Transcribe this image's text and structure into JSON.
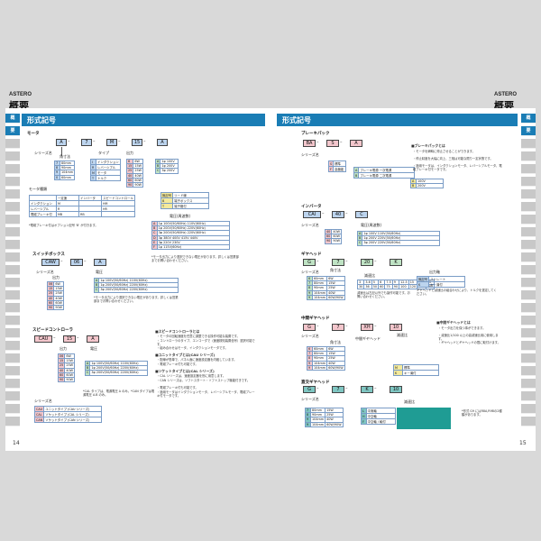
{
  "header": {
    "brand": "ASTERO",
    "title": "概要"
  },
  "band_title": "形式記号",
  "sidebar": {
    "items": [
      "概",
      "要",
      "",
      "",
      "",
      "",
      "",
      "",
      "",
      "",
      "",
      "",
      "",
      "",
      "",
      "",
      "",
      "",
      "",
      "",
      "",
      "",
      "",
      "",
      ""
    ]
  },
  "page_numbers": {
    "left": "14",
    "right": "15"
  },
  "left": {
    "motor": {
      "title": "モータ",
      "codes": [
        "A",
        "7",
        "M",
        "15",
        "A"
      ],
      "series_label": "シリーズ名",
      "frame_rows": [
        [
          "7",
          "80mm"
        ],
        [
          "8",
          "90mm"
        ],
        [
          "9",
          "104mm"
        ],
        [
          "0",
          "60mm"
        ]
      ],
      "frame_hdr": "角寸法",
      "out_hdr": "出力",
      "out_rows": [
        [
          "6",
          "6W"
        ],
        [
          "15",
          "15W"
        ],
        [
          "25",
          "25W"
        ],
        [
          "40",
          "40W"
        ],
        [
          "60",
          "60W"
        ],
        [
          "90",
          "90W"
        ]
      ],
      "volt_rows": [
        [
          "A",
          "1φ 100V"
        ],
        [
          "B",
          "1φ 200V"
        ],
        [
          "C",
          "3φ 200V"
        ]
      ],
      "type_hdr": "タイプ",
      "type_rows": [
        [
          "I",
          "インダクション"
        ],
        [
          "R",
          "レバーシブル"
        ],
        [
          "M",
          "モータ"
        ],
        [
          "T",
          "トルク"
        ]
      ],
      "kinds_hdr": "モータ種類",
      "kinds_cols": [
        "一定速",
        "インバータ",
        "スピードコントロール"
      ],
      "kinds_rows": [
        [
          "インダクション",
          "M",
          "",
          "HM"
        ],
        [
          "レバーシブル",
          "R",
          "",
          "HR"
        ],
        [
          "電磁ブレーキ付",
          "MB",
          "RB",
          ""
        ]
      ],
      "kinds_note": "*電磁ブレーキ付はオプション記号 'B' が付きます。",
      "out_type_rows": [
        [
          "無記号",
          "リード線"
        ],
        [
          "B",
          "端子ボックス"
        ],
        [
          "T",
          "端子箱付"
        ]
      ],
      "volt_tbl_hdr": "電圧(周波数)",
      "volt_tbl_rows": [
        [
          "A",
          "1φ 100V(50/60Hz)  110V(60Hz)"
        ],
        [
          "B",
          "1φ 200V(50/60Hz)  220V(60Hz)"
        ],
        [
          "C",
          "3φ 200V(50/60Hz)  220V(60Hz)"
        ],
        [
          "D",
          "3φ 380V 400V 415V 440V"
        ],
        [
          "E",
          "3φ 220V 230V"
        ],
        [
          "F",
          "1φ 115V(60Hz)"
        ]
      ],
      "volt_note": "*モータ出力により選択できない電圧があります。詳しくは営業部までお問い合わせください。"
    },
    "switch": {
      "title": "スイッチボックス",
      "codes": [
        "CAW",
        "06",
        "A"
      ],
      "series_label": "シリーズ名",
      "out_hdr": "出力",
      "volt_hdr": "電圧",
      "out_rows": [
        [
          "06",
          "6W"
        ],
        [
          "15",
          "15W"
        ],
        [
          "25",
          "25W"
        ],
        [
          "40",
          "40W"
        ],
        [
          "60",
          "60W"
        ],
        [
          "90",
          "90W"
        ]
      ],
      "volt_rows": [
        [
          "A",
          "1φ 100V(50/60Hz)  110V(60Hz)"
        ],
        [
          "B",
          "1φ 200V(50/60Hz)  220V(60Hz)"
        ],
        [
          "C",
          "3φ 200V(50/60Hz)  220V(60Hz)"
        ]
      ],
      "note": "*モータ出力により選択できない電圧があります。詳しくは営業部までお問い合わせください。"
    },
    "speed": {
      "title": "スピードコントローラ",
      "codes": [
        "CAU",
        "15",
        "A"
      ],
      "series_label": "シリーズ名",
      "out_hdr": "出力",
      "volt_hdr": "電圧",
      "out_rows": [
        [
          "06",
          "6W"
        ],
        [
          "15",
          "15W"
        ],
        [
          "25",
          "25W"
        ],
        [
          "40",
          "40W"
        ],
        [
          "60",
          "60W"
        ],
        [
          "90",
          "90W"
        ]
      ],
      "volt_rows": [
        [
          "A",
          "1φ 100V(50/60Hz)  110V(60Hz)"
        ],
        [
          "B",
          "1φ 200V(50/60Hz)  220V(60Hz)"
        ],
        [
          "C",
          "3φ 200V(50/60Hz)  220V(60Hz)"
        ]
      ],
      "series_rows": [
        [
          "CAU",
          "ユニットタイプ (CAU シリーズ)"
        ],
        [
          "CAL",
          "ソケットタイプ (CAL シリーズ)"
        ],
        [
          "CAN",
          "ソケットタイプ (CAN シリーズ)"
        ]
      ],
      "note": "*CAL タイプは、電源電圧 A のみ。*CAN タイプは電源電圧 A.B のみ。"
    },
    "notes": [
      {
        "head": "■スピードコントローラとは",
        "lines": [
          "・モータの回転速度を任意に調整できる操作可能な装置です。",
          "・コントローラのタイプ、エンコーダで（速度検知装置信号）選択可能です。",
          "・組み合わせはモータ、インダクションモータです。"
        ]
      },
      {
        "head": "■ユニットタイプとは(CAU シリーズ)",
        "lines": [
          "・配線が簡単で、パネル面に速度設定器を内蔵しています。",
          "・電磁ブレーキ付も可能です。"
        ]
      },
      {
        "head": "■ソケットタイプとは(CAL シリーズ)",
        "lines": [
          "・CAL シリーズは、速度設定器を別に用意します。",
          "・CAN シリーズは、ソフトスタート・ソフトストップ機能付きです。",
          "・電磁ブレーキ付も可能です。",
          "・適用モータはインダクションモータ、レバーシブルモータ、電磁ブレーキ付モータです。"
        ]
      }
    ]
  },
  "right": {
    "brake": {
      "title": "ブレーキパック",
      "codes": [
        "BA",
        "S",
        "A"
      ],
      "series_label": "シリーズ名",
      "type_rows": [
        [
          "S",
          "標準"
        ],
        [
          "F",
          "高機能"
        ]
      ],
      "volt_rows": [
        [
          "A",
          "ブレーキ電源 一次電源"
        ],
        [
          "B",
          "ブレーキ電源 二次電源"
        ]
      ],
      "note_head": "■ブレーキパックとは",
      "notes": [
        "・モータを瞬時に停止させることができます。",
        "・停止精度を大幅に向上、三相は可能な限り一定状態です。",
        "・適用モータは、インダクションモータ、レバーシブルモータ、電磁ブレーキ付モータです。"
      ],
      "sel_rows": [
        [
          "A",
          "100V"
        ],
        [
          "B",
          "200V"
        ]
      ]
    },
    "inverter": {
      "title": "インバータ",
      "codes": [
        "CAI",
        "40",
        "C"
      ],
      "series_label": "シリーズ名",
      "out_rows": [
        [
          "40",
          "40W"
        ],
        [
          "60",
          "60W"
        ],
        [
          "90",
          "90W"
        ]
      ],
      "volt_rows": [
        [
          "A",
          "1φ 100V  110V(50/60Hz)"
        ],
        [
          "B",
          "1φ 200V  220V(50/60Hz)"
        ],
        [
          "C",
          "3φ 200V  220V(50/60Hz)"
        ]
      ],
      "volt_hdr": "電圧(周波数)"
    },
    "gear": {
      "title": "ギヤヘッド",
      "codes": [
        "G",
        "7",
        "20",
        "K"
      ],
      "series_label": "シリーズ名",
      "frame_hdr": "角寸法",
      "out_hdr": "適用出力",
      "rows": [
        [
          "6",
          "60mm",
          "6W"
        ],
        [
          "7",
          "80mm",
          "15W"
        ],
        [
          "8",
          "90mm",
          "25W"
        ],
        [
          "9",
          "104mm",
          "40W"
        ],
        [
          "9",
          "104mm",
          "60W/90W"
        ]
      ],
      "ratio_hdr": "減速比",
      "ratios": [
        "3",
        "3.6",
        "5",
        "6",
        "7.5",
        "9",
        "12.5",
        "15",
        "18",
        "25",
        "30",
        "36",
        "50",
        "60",
        "75",
        "90",
        "100",
        "120",
        "150",
        "180"
      ],
      "ratio_note": "減速比は左記以外でも製作可能です。お問い合わせください。",
      "k_rows": [
        [
          "無記号",
          "ストレート"
        ],
        [
          "K",
          "キー溝付"
        ]
      ],
      "k_hdr": "出力軸",
      "bearing_note": "ギヤヘッドと減速比の組合わせにより、トルクを選定してください。"
    },
    "mid": {
      "title": "中間ギヤヘッド",
      "codes": [
        "G",
        "7",
        "XH",
        "10"
      ],
      "series_label": "シリーズ名",
      "frame_hdr": "角寸法",
      "type_hdr": "中間ギヤヘッド",
      "rows": [
        [
          "6",
          "60mm",
          "6W"
        ],
        [
          "7",
          "80mm",
          "15W"
        ],
        [
          "8",
          "90mm",
          "25W"
        ],
        [
          "9",
          "104mm",
          "40W"
        ],
        [
          "9",
          "104mm",
          "60W/90W"
        ]
      ],
      "ratio_hdr": "減速比",
      "out_rows": [
        [
          "M",
          "標準"
        ],
        [
          "K",
          "キー溝付"
        ]
      ],
      "note_head": "■中間ギヤヘッドとは",
      "notes": [
        "・モータ出力を保つ事ができます。",
        "・減速比1/100 以上の高減速比用に使用します。",
        "・ギヤヘッドとギヤヘッドの間に取付けます。"
      ]
    },
    "right_angle": {
      "title": "直交ギヤヘッド",
      "codes": [
        "G",
        "7",
        "K",
        "10"
      ],
      "series_label": "シリーズ名",
      "rows": [
        [
          "7",
          "80mm",
          "15W"
        ],
        [
          "8",
          "90mm",
          "25W"
        ],
        [
          "9",
          "104mm",
          "40W"
        ],
        [
          "9",
          "104mm",
          "60W/90W"
        ]
      ],
      "type_rows": [
        [
          "L",
          "中実軸"
        ],
        [
          "H",
          "中空軸"
        ],
        [
          "F",
          "中空軸 / 軸付"
        ]
      ],
      "ratio_hdr": "減速比",
      "note": "*形式 G9 にはR8A,R9Bの2種類があります。"
    }
  }
}
